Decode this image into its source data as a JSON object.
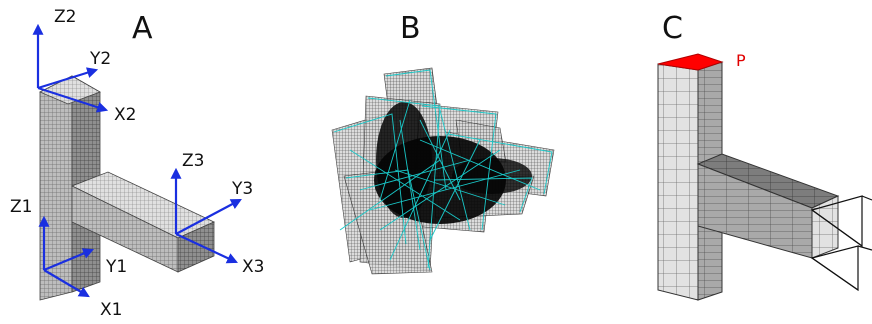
{
  "panels": {
    "a": {
      "letter": "A",
      "axes": {
        "z1": "Z1",
        "y1": "Y1",
        "x1": "X1",
        "z2": "Z2",
        "y2": "Y2",
        "x2": "X2",
        "z3": "Z3",
        "y3": "Y3",
        "x3": "X3"
      }
    },
    "b": {
      "letter": "B"
    },
    "c": {
      "letter": "C",
      "point_label": "P"
    }
  },
  "colors": {
    "axis_arrow": "#1a2fe0",
    "mesh_line": "#555555",
    "mesh_highlight": "#19c7c7",
    "top_face": "#ff0000",
    "point_label": "#e00000"
  }
}
